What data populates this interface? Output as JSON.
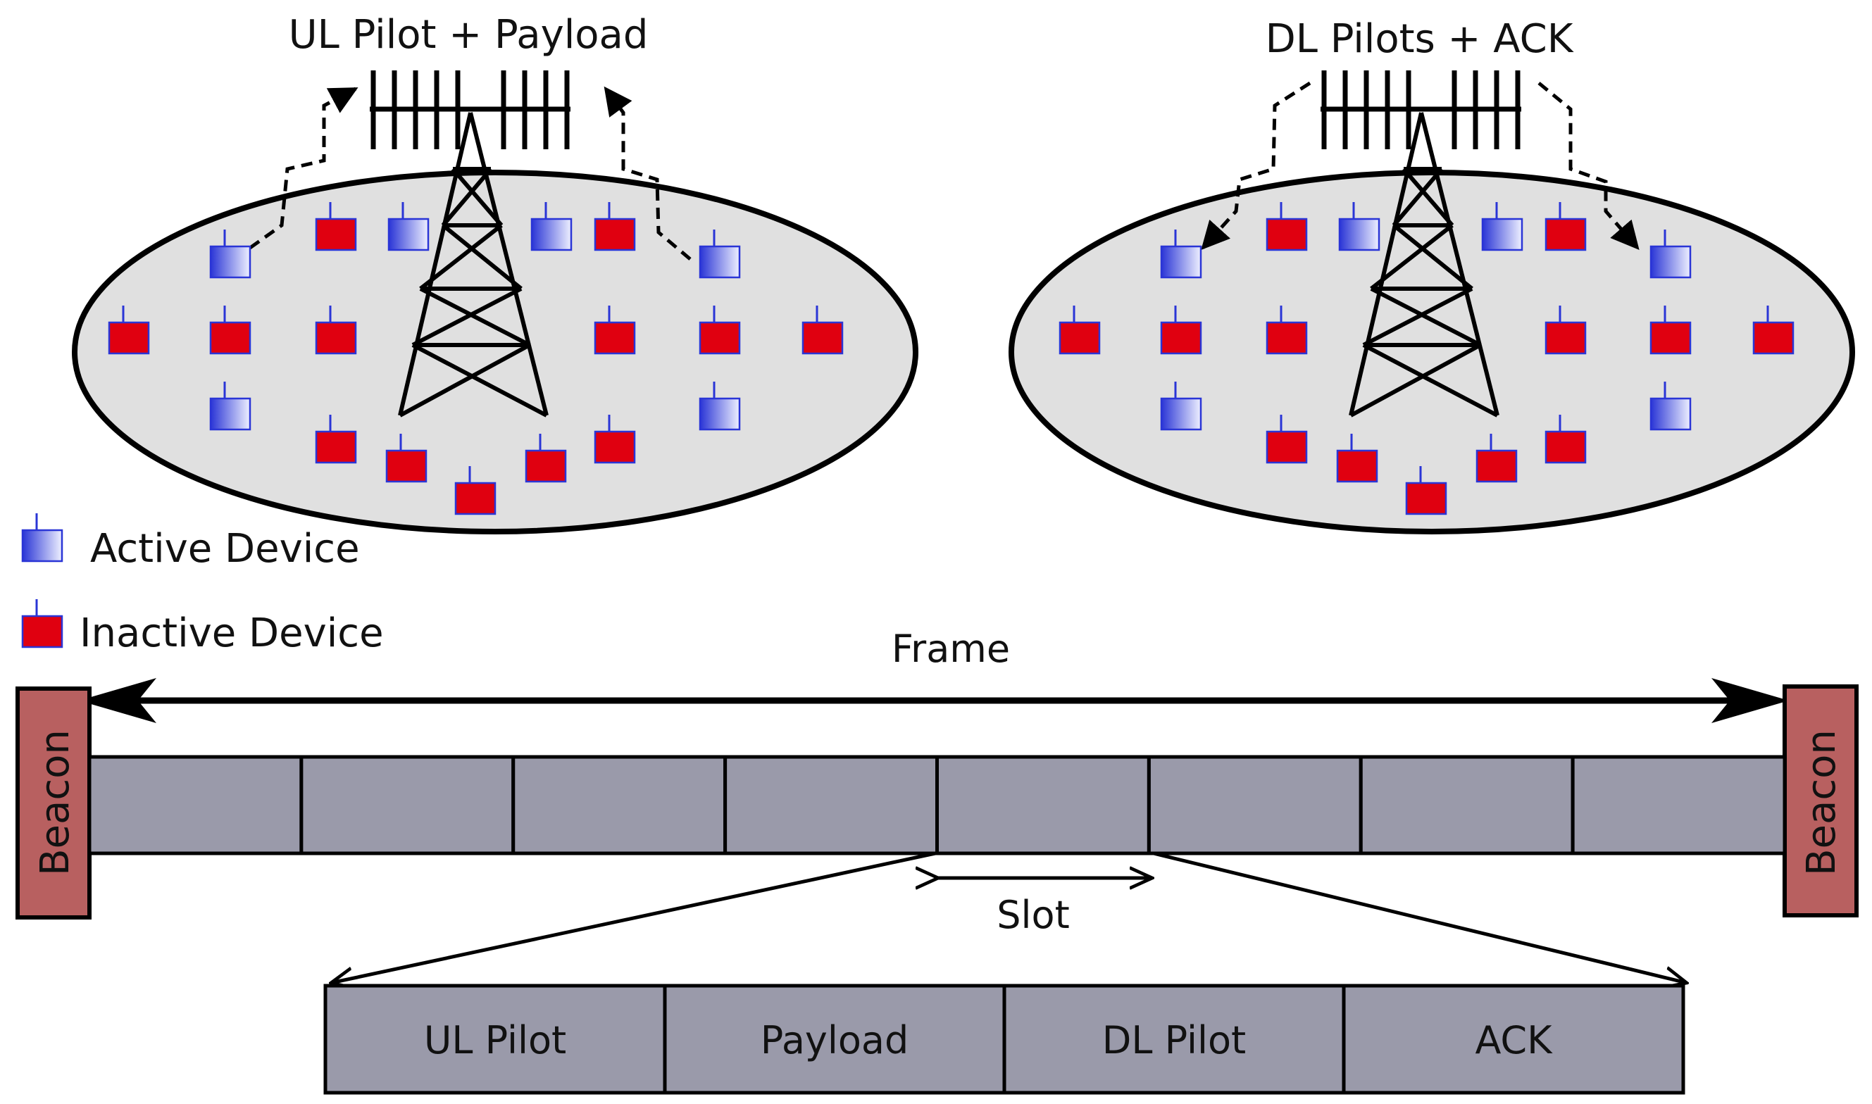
{
  "cells": [
    {
      "caption": "UL Pilot + Payload",
      "mode": "uplink"
    },
    {
      "caption": "DL Pilots + ACK",
      "mode": "downlink"
    }
  ],
  "legend": {
    "active_label": "Active Device",
    "inactive_label": "Inactive Device"
  },
  "frame": {
    "frame_label": "Frame",
    "beacon_label": "Beacon",
    "slot_label": "Slot",
    "slot_count": 8,
    "slot_phases": [
      "UL Pilot",
      "Payload",
      "DL Pilot",
      "ACK"
    ]
  },
  "colors": {
    "active_device": "#2a35d6",
    "inactive_device": "#e00010",
    "cell_fill": "#e0e0e0",
    "slot_fill": "#9a9aaa",
    "beacon_fill": "#b86060"
  }
}
